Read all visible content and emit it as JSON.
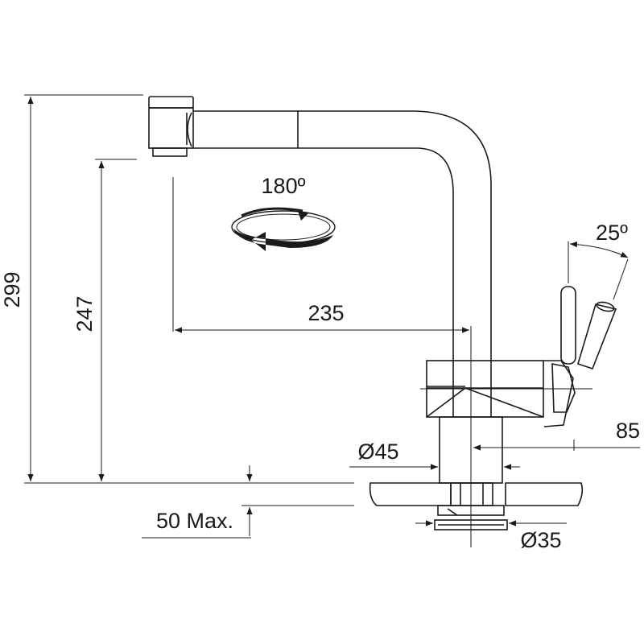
{
  "dimensions": {
    "total_height": "299",
    "spout_height": "247",
    "reach": "235",
    "rotation": "180º",
    "lever_angle": "25º",
    "lever_offset": "85",
    "body_diameter": "Ø45",
    "shank_diameter": "Ø35",
    "max_deck_thickness": "50 Max."
  },
  "colors": {
    "line": "#1a1a1a",
    "counter_speckle": "#555555"
  }
}
